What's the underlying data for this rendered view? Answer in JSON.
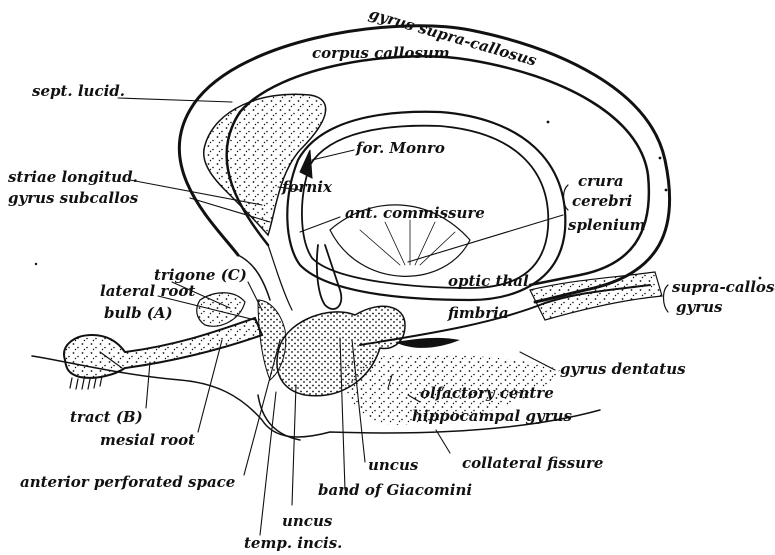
{
  "labels": {
    "gyrus_supra_callosus": "gyrus supra-callosus",
    "corpus_callosum": "corpus callosum",
    "sept_lucid": "sept. lucid.",
    "for_monro": "for. Monro",
    "striae_longitud": "striae longitud.",
    "gyrus_subcallos": "gyrus subcallos",
    "fornix": "fornix",
    "ant_commissure": "ant. commissure",
    "crura": "crura",
    "cerebri": "cerebri",
    "splenium": "splenium",
    "trigone_c": "trigone (C)",
    "lateral_root": "lateral root",
    "bulb_a": "bulb (A)",
    "optic_thal": "optic thal",
    "fimbria": "fimbria",
    "supra_callosal": "supra-callosal",
    "gyrus": "gyrus",
    "gyrus_dentatus": "gyrus dentatus",
    "olfactory_centre": "olfactory centre",
    "hippocampal_gyrus": "hippocampal gyrus",
    "tract_b": "tract (B)",
    "mesial_root": "mesial root",
    "anterior_perforated_space": "anterior perforated space",
    "uncus_1": "uncus",
    "collateral_fissure": "collateral fissure",
    "band_of_giacomini": "band of Giacomini",
    "uncus_2": "uncus",
    "temp_incis": "temp. incis."
  },
  "colors": {
    "ink": "#111111",
    "background": "#ffffff"
  }
}
